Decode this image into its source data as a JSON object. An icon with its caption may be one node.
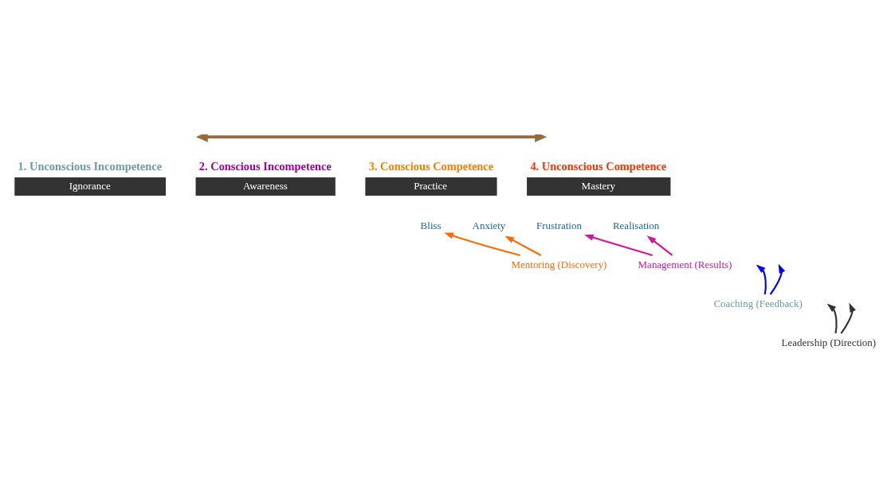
{
  "diagram": {
    "nodes": [
      {
        "text": [
          "1. Unconscious Incompetence",
          "Ignorance"
        ]
      },
      {
        "text": [
          "2. Conscious Incompetence",
          "Awareness"
        ]
      },
      {
        "text": [
          "3. Conscious Competence",
          "Practice"
        ]
      },
      {
        "text": [
          "4. Unconscious Competence",
          "Mastery"
        ]
      },
      {
        "text": [
          "Bliss"
        ]
      },
      {
        "text": [
          "Anxiety"
        ]
      },
      {
        "text": [
          "Frustration"
        ]
      },
      {
        "text": [
          "Realisation"
        ]
      },
      {
        "text": [
          "Mentoring (Discovery)"
        ]
      },
      {
        "text": [
          "Management (Results)"
        ]
      },
      {
        "text": [
          "Coaching (Feedback)"
        ]
      },
      {
        "text": [
          "Leadership (Direction)"
        ]
      }
    ],
    "edges": [
      {
        "from": 8,
        "to": 4,
        "arrow": "to",
        "color": "#ff6a00"
      },
      {
        "from": 8,
        "to": 5,
        "arrow": "to",
        "color": "#ff6a00"
      },
      {
        "from": 9,
        "to": 6,
        "arrow": "to",
        "color": "#d6149b"
      },
      {
        "from": 9,
        "to": 7,
        "arrow": "to",
        "color": "#d6149b"
      },
      {
        "from": 10,
        "to": null,
        "arrow": "to",
        "color": "#0000ff"
      },
      {
        "from": 10,
        "to": null,
        "arrow": "to",
        "color": "#0000ff"
      },
      {
        "from": 11,
        "to": null,
        "arrow": "to",
        "color": "#333333"
      },
      {
        "from": 11,
        "to": null,
        "arrow": "to",
        "color": "#333333"
      }
    ]
  }
}
